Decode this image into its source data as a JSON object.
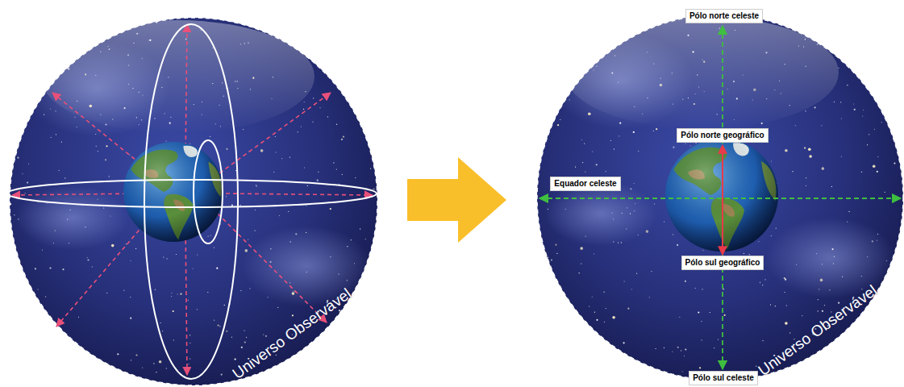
{
  "diagram": {
    "labels": [
      "Universo Observável",
      "Pólo norte celeste",
      "Pólo norte geográfico",
      "Equador celeste",
      "Pólo sul geográfico",
      "Pólo sul celeste",
      "Universo Observável"
    ]
  }
}
